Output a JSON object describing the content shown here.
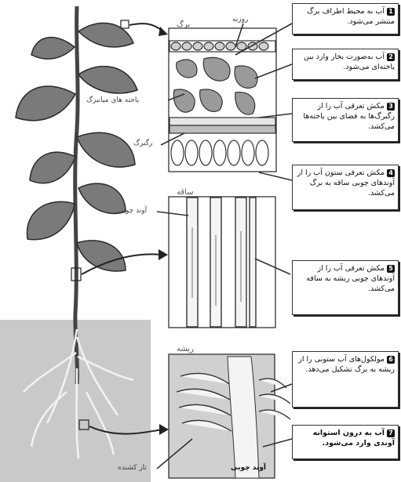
{
  "panels": {
    "leaf": "برگ",
    "stem": "ساقه",
    "root": "ریشه"
  },
  "labels": {
    "stomata": "روزنه",
    "mesophyll": "یاخته های میانبرگ",
    "vein": "رگبرگ",
    "xylem": "آوند چوبی",
    "root_hair": "تار کشنده",
    "root_xylem": "آوند چوبی"
  },
  "steps": [
    {
      "n": "1",
      "text": "آب به محیط اطراف برگ منتشر می‌شود."
    },
    {
      "n": "2",
      "text": "آب به‌صورت بخار وارد بین یاخته‌ای می‌شود."
    },
    {
      "n": "3",
      "text": "مکش تعرقی آب را از رگبرگ‌ها به فضای بین یاخته‌ها می‌کشد."
    },
    {
      "n": "4",
      "text": "مکش تعرقی ستون آب را از آوندهای چوبی ساقه به برگ می‌کشد."
    },
    {
      "n": "5",
      "text": "مکش تعرقی آب را از آوندهای چوبی ریشه به ساقه می‌کشد."
    },
    {
      "n": "6",
      "text": "مولکول‌های آب ستونی را از ریشه به برگ تشکیل می‌دهد."
    },
    {
      "n": "7",
      "text": "آب به درون استوانه آوندی وارد می‌شود."
    }
  ],
  "colors": {
    "soil": "#c8c8c8",
    "ink": "#222222",
    "leaf": "#6e6e6e"
  }
}
